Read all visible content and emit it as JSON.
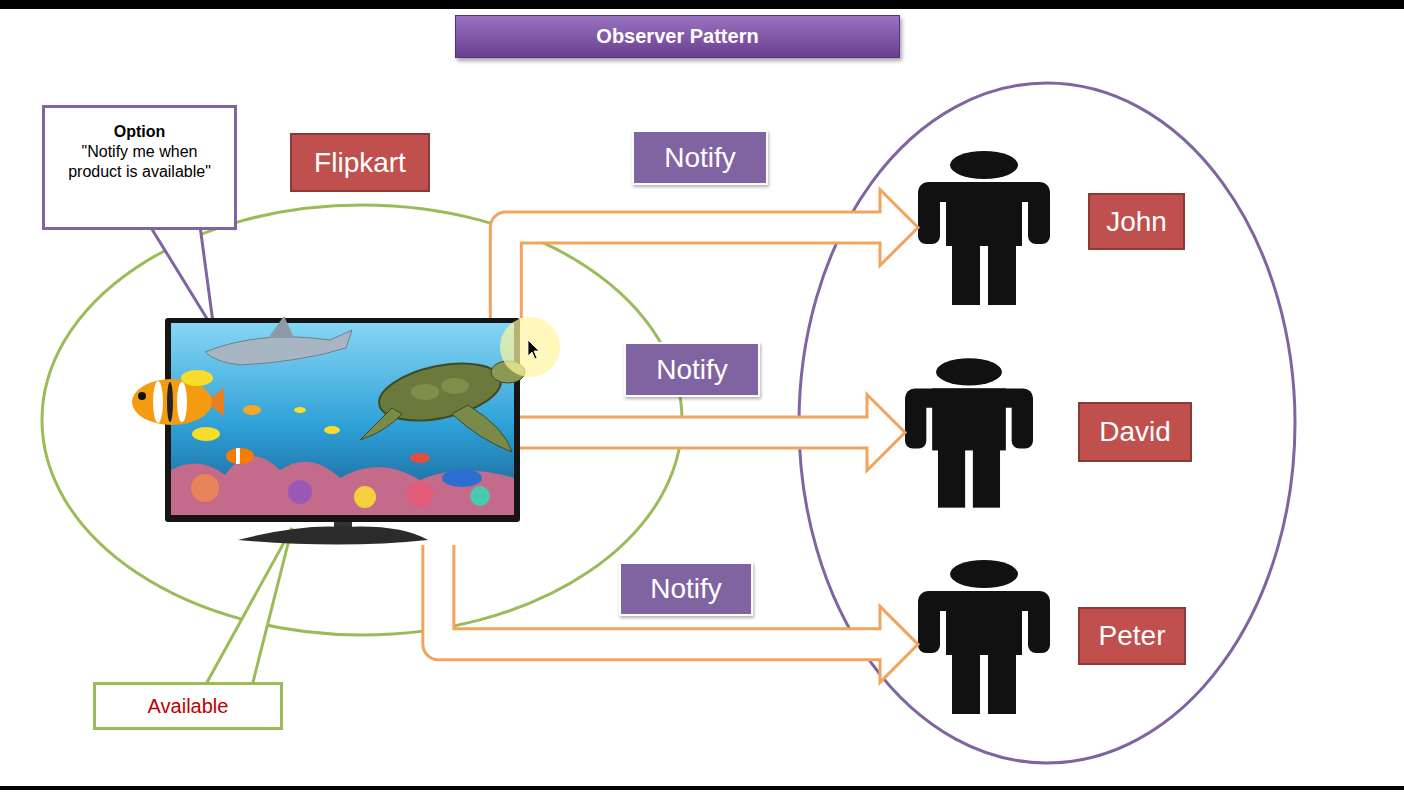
{
  "diagram": {
    "title": "Observer Pattern",
    "nodes": [
      {
        "text": [
          "Flipkart"
        ]
      },
      {
        "text": [
          "Option",
          "\"Notify me when product is available\""
        ]
      },
      {
        "text": [
          "Available"
        ]
      },
      {
        "text": [
          "John"
        ]
      },
      {
        "text": [
          "David"
        ]
      },
      {
        "text": [
          "Peter"
        ]
      }
    ],
    "edges": [
      {
        "from": 0,
        "to": 3,
        "arrow": "to",
        "label": "Notify"
      },
      {
        "from": 0,
        "to": 4,
        "arrow": "to",
        "label": "Notify"
      },
      {
        "from": 0,
        "to": 5,
        "arrow": "to",
        "label": "Notify"
      }
    ]
  }
}
